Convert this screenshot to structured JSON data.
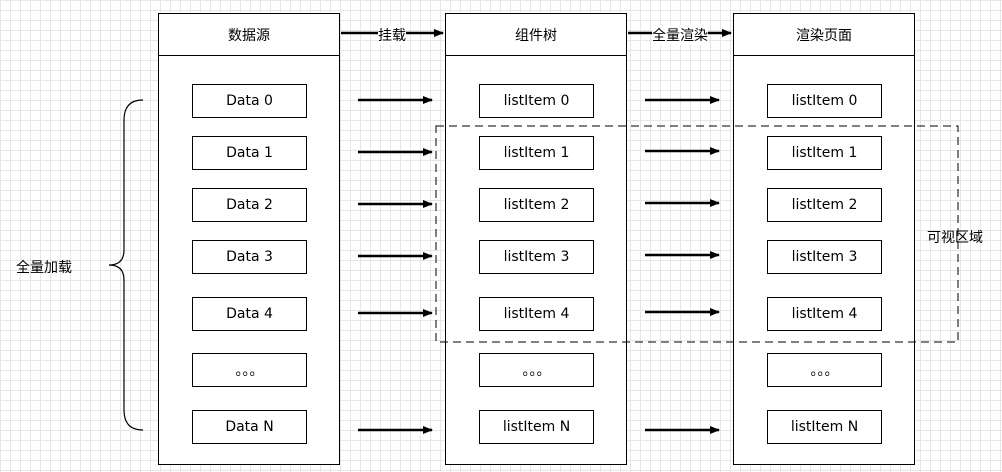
{
  "columns": [
    {
      "title": "数据源",
      "items": [
        "Data 0",
        "Data 1",
        "Data 2",
        "Data 3",
        "Data 4",
        "。。。",
        "Data N"
      ]
    },
    {
      "title": "组件树",
      "items": [
        "listItem 0",
        "listItem 1",
        "listItem 2",
        "listItem 3",
        "listItem 4",
        "。。。",
        "listItem N"
      ]
    },
    {
      "title": "渲染页面",
      "items": [
        "listItem 0",
        "listItem 1",
        "listItem 2",
        "listItem 3",
        "listItem 4",
        "。。。",
        "listItem N"
      ]
    }
  ],
  "edges": {
    "mount": "挂载",
    "render": "全量渲染"
  },
  "labels": {
    "full_load": "全量加载",
    "visible_area": "可视区域"
  }
}
